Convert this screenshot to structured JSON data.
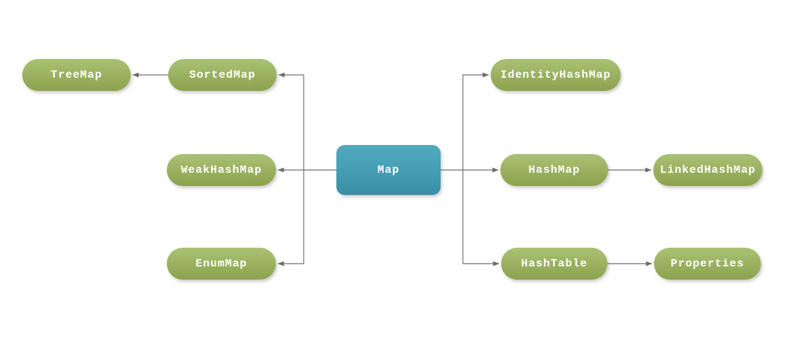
{
  "diagram": {
    "root": {
      "label": "Map"
    },
    "nodes": {
      "treemap": {
        "label": "TreeMap"
      },
      "sortedmap": {
        "label": "SortedMap"
      },
      "weakhashmap": {
        "label": "WeakHashMap"
      },
      "enummap": {
        "label": "EnumMap"
      },
      "identityhashmap": {
        "label": "IdentityHashMap"
      },
      "hashmap": {
        "label": "HashMap"
      },
      "linkedhashmap": {
        "label": "LinkedHashMap"
      },
      "hashtable": {
        "label": "HashTable"
      },
      "properties": {
        "label": "Properties"
      }
    },
    "edges": [
      {
        "from": "Map",
        "to": "SortedMap"
      },
      {
        "from": "SortedMap",
        "to": "TreeMap"
      },
      {
        "from": "Map",
        "to": "WeakHashMap"
      },
      {
        "from": "Map",
        "to": "EnumMap"
      },
      {
        "from": "Map",
        "to": "IdentityHashMap"
      },
      {
        "from": "Map",
        "to": "HashMap"
      },
      {
        "from": "HashMap",
        "to": "LinkedHashMap"
      },
      {
        "from": "Map",
        "to": "HashTable"
      },
      {
        "from": "HashTable",
        "to": "Properties"
      }
    ],
    "colors": {
      "node_green_top": "#a9c173",
      "node_green_bottom": "#8ba24d",
      "root_blue_top": "#50aabf",
      "root_blue_bottom": "#3a8ea5",
      "connector": "#6b6b6b",
      "label_text": "#ffffff",
      "background": "#ffffff"
    }
  }
}
